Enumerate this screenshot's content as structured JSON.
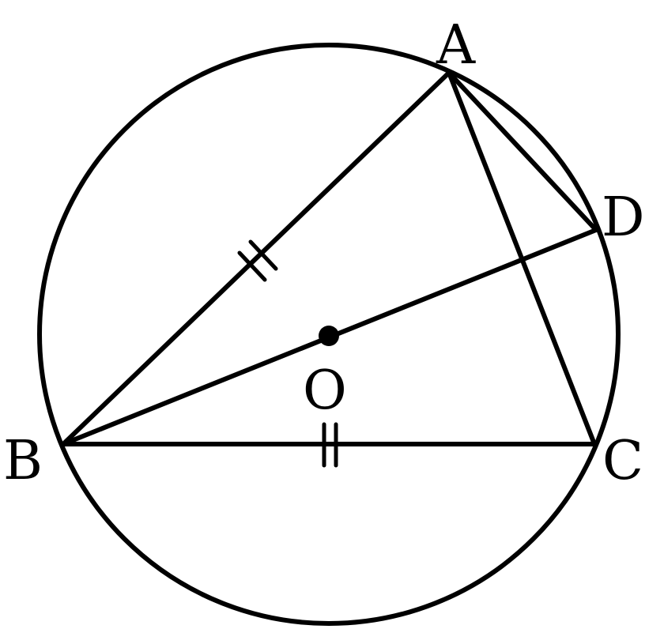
{
  "colors": {
    "ink": "#000000",
    "background": "#ffffff"
  },
  "points": {
    "A": "A",
    "B": "B",
    "C": "C",
    "D": "D",
    "O": "O"
  }
}
